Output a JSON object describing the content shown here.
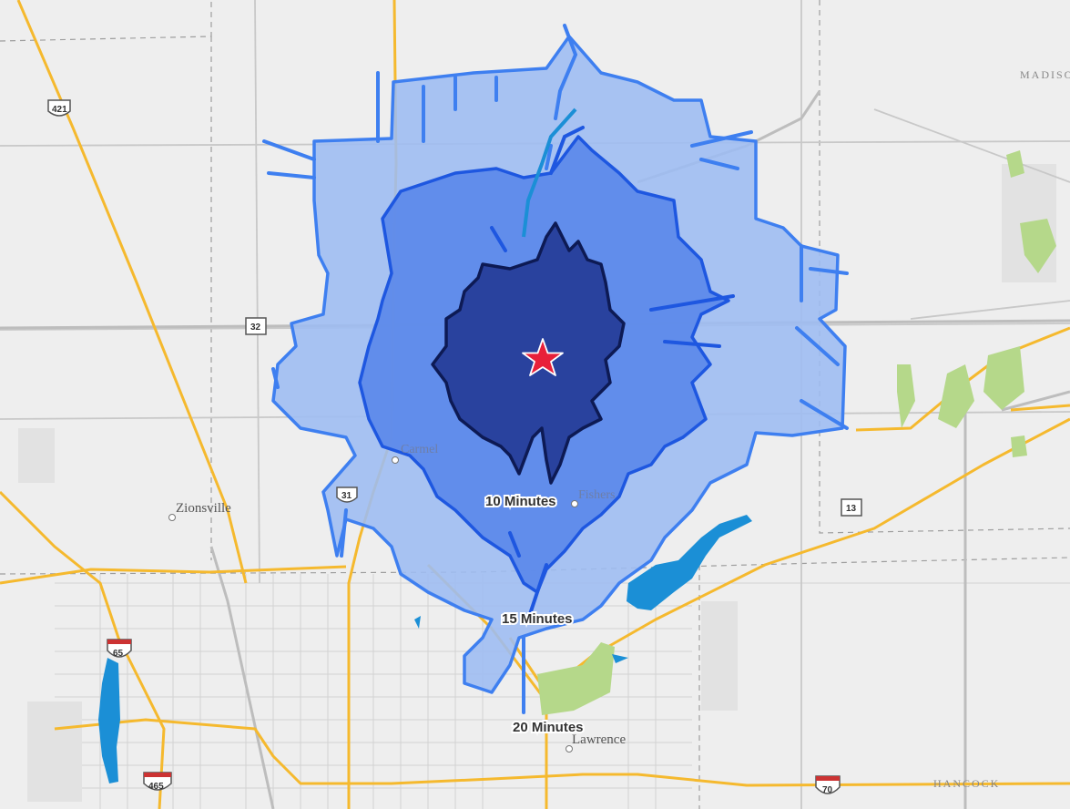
{
  "map": {
    "origin_marker": "red-star-icon",
    "colors": {
      "background": "#eeeeee",
      "interstate": "#f5b92e",
      "water": "#1b8fd6",
      "park": "#b5d88a",
      "ring_20": "#9dbcf2",
      "ring_15": "#5a87ea",
      "ring_10": "#27409b",
      "star": "#e8203a"
    },
    "rings": [
      {
        "label": "10 Minutes",
        "minutes": 10
      },
      {
        "label": "15 Minutes",
        "minutes": 15
      },
      {
        "label": "20 Minutes",
        "minutes": 20
      }
    ],
    "places": {
      "madison": "MADISO",
      "zionsville": "Zionsville",
      "carmel": "Carmel",
      "fishers": "Fishers",
      "lawrence": "Lawrence",
      "hancock": "HANCOCK"
    },
    "shields": {
      "us421": "421",
      "sr32": "32",
      "us31": "31",
      "sr13": "13",
      "i65": "65",
      "i465": "465",
      "i70": "70"
    }
  }
}
